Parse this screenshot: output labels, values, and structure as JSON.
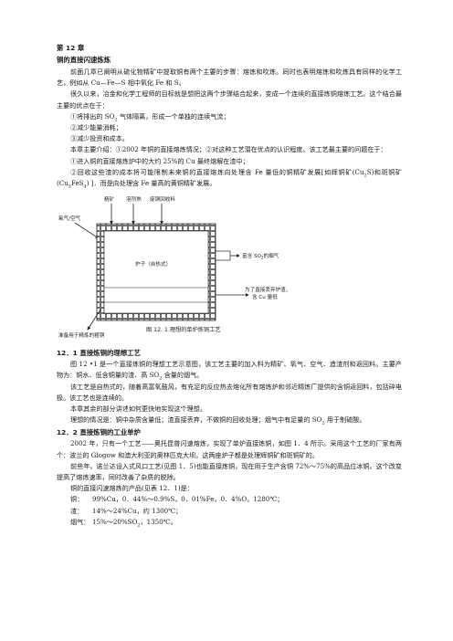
{
  "chapter": "第 12 章",
  "title": "铜的直接闪速炼炼",
  "intro": {
    "p1": "前面几章已阐明从硫化物精矿中提取铜有两个主要的步骤：熔炼和吹炼。同时也表明熔炼和吹炼具有同样的化学工艺，例如从 Cu—Fe—S 相中氧化 Fe 和 S。",
    "p2": "很久以来，冶金和化学工程师的目标就是想把这两个步骤结合起来，变成一个连续的直接炼铜熔炼工艺。这个结合最主要的优点在于：",
    "list": [
      {
        "pre": "①将排出的 SO",
        "sub": "2",
        "post": " 气体隔离，形成一个单独的连续气流；"
      },
      {
        "pre": "②减少能量消耗；",
        "sub": "",
        "post": ""
      },
      {
        "pre": "③减少投资和成本。",
        "sub": "",
        "post": ""
      }
    ],
    "p3": "本章主要介绍：①2002 年铜的直接熔炼情况；②对这种工艺潜在优点的认识程度。该工艺最主要的问题在于：",
    "p4": "①进入铜的直接熔炼炉中的大约 25%的 Cu 最终熔解在渣中；",
    "p5": {
      "a": "②回收这些渣的成本将可能限制未来铜的直接熔炼向处理含 Fe 量低的铜精矿发展[如辉铜矿(Cu",
      "a_sub": "2",
      "b": "S)和斑铜矿(Cu",
      "b_sub": "5",
      "c": "FeS",
      "c_sub": "4",
      "d": ") ]．而是向处理含 Fe 量高的黄铜精矿发展。"
    }
  },
  "figure": {
    "labels": {
      "concentrate": "精矿",
      "flux": "溶剂熟",
      "recycle": "废铜回收料",
      "oxygen": "氧气/空气",
      "furnace_a": "炉子（自热式）",
      "offgas_a": "富含 SO",
      "offgas_sub": "2",
      "offgas_b": "的烟气",
      "slag_a": "为了直接丢弃炉渣，",
      "slag_b": "含 Cu 量低",
      "blister": "准备用于精炼的粗铜"
    },
    "caption": "图  12. 1    理想的单炉炼铜工艺"
  },
  "section1": {
    "heading": "12．1 直接炼铜的理想工艺",
    "p1": "图 12 •1 是一个直接炼铜的理想工艺示意图，该工艺主要的加入料为精矿、氧气、空气、造渣剂和返回料。主要产物为：铜水、低含铜量的渣、高 SO",
    "p1_sub": "2",
    "p1_tail": " 含量的烟气。",
    "p2": "该工艺是自热式的，随着高富氧鼓风，有充足的反应热去熔化所有熔炼炉和邻近精炼厂提供的含铜返回料，包括碎电极。该工艺也是连续的。",
    "p3": "本章其余的部分讲述如何更快地实现这个理想。",
    "p4_a": "理想的情况是：铜中杂质含量低；渣直接丢弃，不做铜的回收处理；烟气中有足量的 SO",
    "p4_sub": "2",
    "p4_b": " 用于制硫酸。"
  },
  "section2": {
    "heading": "12．2 直接炼铜的工业单炉",
    "p1": "2002 年，只有一个工艺——奥托昆普闪速熔炼，实现了单炉直接炼铜，如图 1．4 所示。采用这个工艺的厂家有两个：波兰的 Glogow 和澳大利亚的奥林匹克大坝。这两座炉子都是处理辉铜矿和斑铜矿的。",
    "p2": "前些年，诺兰达设入式风口工艺(见图 1．5)也能直接炼铜，现在用于生产含铜 72%～75%的高品位冰铜。这个改变提高了熔炼速率，同时改善了杂质的脱除。",
    "p3": "铜的直接闪速熔炼的产品(见表 12．1)是：",
    "products": [
      {
        "k": "铜：",
        "a": "99%Cu，0．44%～0.9%S，0．01%Fe，0．4%O，1280℃；",
        "sub": "",
        "b": ""
      },
      {
        "k": "渣：",
        "a": "14%～24%Cu，约 1300℃；",
        "sub": "",
        "b": ""
      },
      {
        "k": "烟气：",
        "a": "15%～20%SO",
        "sub": "2",
        "b": "，1350℃。"
      }
    ]
  }
}
